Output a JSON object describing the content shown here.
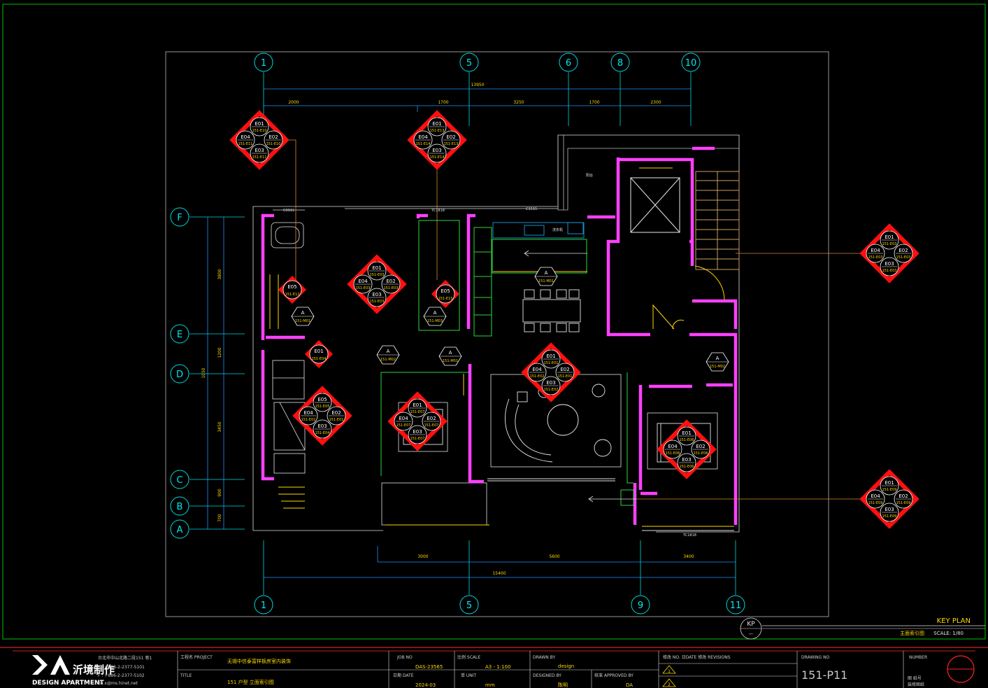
{
  "grid": {
    "top": [
      "1",
      "5",
      "6",
      "8",
      "10"
    ],
    "bottom": [
      "1",
      "5",
      "9",
      "11"
    ],
    "left": [
      "F",
      "E",
      "D",
      "C",
      "B",
      "A"
    ]
  },
  "dimensions": {
    "top_total": "13950",
    "top_segments": [
      "2000",
      "1700",
      "3250",
      "1700",
      "2300"
    ],
    "bottom_segments": [
      "3000",
      "5600",
      "3400"
    ],
    "bottom_total": "15400",
    "left_segments": [
      "3800",
      "1200",
      "1050",
      "3450",
      "900",
      "700"
    ]
  },
  "tags": {
    "e01": "E01",
    "e02": "E02",
    "e03": "E03",
    "e04": "E04",
    "e05": "E05"
  },
  "markers": [
    {
      "ref1": "151-E10",
      "ref2": "151-E10",
      "ref3": "151-E11",
      "ref4": "151-E11"
    },
    {
      "ref1": "151-E13",
      "ref2": "151-E13",
      "ref3": "151-E14",
      "ref4": "151-E14"
    },
    {
      "ref1": "151-E03",
      "ref2": "151-E03",
      "ref3": "151-E03",
      "ref4": "151-E03"
    },
    {
      "ref1": "151-E01",
      "ref2": "151-E01",
      "ref3": "151-E02",
      "ref4": "151-E02"
    },
    {
      "ref1": "151-E07",
      "ref2": "151-E07",
      "ref3": "151-E07",
      "ref4": "151-E07"
    },
    {
      "ref1": "151-E06",
      "ref2": "151-E06",
      "ref3": "151-E06",
      "ref4": "151-E06"
    },
    {
      "ref1": "151-E03",
      "ref2": "151-E03",
      "ref3": "151-E03",
      "ref4": "151-E03"
    },
    {
      "ref1": "151-E09",
      "ref2": "151-E09",
      "ref3": "151-E09",
      "ref4": "151-E09"
    }
  ],
  "markers_e05": [
    {
      "ref5": "151-E05",
      "ref1": "151-E01",
      "ref2": "151-E01",
      "ref3": "151-E04",
      "ref4": "151-E01"
    }
  ],
  "small_tags": [
    {
      "tag": "E05",
      "ref": "151-E12"
    },
    {
      "tag": "E05",
      "ref": "151-E15"
    },
    {
      "tag": "E01",
      "ref": "151-E04"
    }
  ],
  "section_marks": [
    {
      "letter": "A",
      "ref": "151-M01"
    },
    {
      "letter": "A",
      "ref": "151-M03"
    },
    {
      "letter": "A",
      "ref": "151-M02"
    },
    {
      "letter": "A",
      "ref": "151-M01"
    },
    {
      "letter": "A",
      "ref": "151-M01"
    },
    {
      "letter": "A",
      "ref": "151-M02"
    }
  ],
  "room_labels": {
    "window_top_1": "C0915",
    "window_top_2": "TC1818",
    "window_top_3": "C1515",
    "window_bottom": "TC1818",
    "balcony": "阳台",
    "sink": "洗衣机"
  },
  "key_plan": {
    "title": "KEY PLAN",
    "subtitle": "主面索引图",
    "scale": "SCALE: 1/80",
    "kp": "KP",
    "kp_sub": "--"
  },
  "title_block": {
    "brand_cn": "沂境制作",
    "brand_en": "DESIGN APARTMENT",
    "address": "台北市中山北路二段151 巷1",
    "tel": "T : +886-2-2377-5101",
    "fax": "F : +886-2-2377-5102",
    "email": "da.x@ms.hinet.net",
    "project_label": "工程名 PROJECT",
    "project": "无锡中信泰富样板房室内装饰",
    "title_label": "TITLE",
    "title": "151 户型  立面索引图",
    "job_no_label": "JOB NO",
    "job_no": "DAS-23565",
    "date_label": "日期 DATE",
    "date": "2024-03",
    "scale_label": "比例 SCALE",
    "scale": "A3 - 1:100",
    "unit_label": "单 UNIT",
    "unit": "mm",
    "drawn_label": "DRAWN BY",
    "drawn": "design",
    "designed_label": "DESIGNED BY",
    "designed": "陈明",
    "approved_label": "核准 APPROVED BY",
    "approved": "DA",
    "revisions_label": "修改 NO.  日DATE  修改 REVISIONS",
    "rev1": "1",
    "rev2": "2",
    "drawing_no_label": "DRAWING NO",
    "drawing_no": "151-P11",
    "number_label": "NUMBER",
    "number_sub1": "图 纸号",
    "number_sub2": "装修图纸"
  }
}
